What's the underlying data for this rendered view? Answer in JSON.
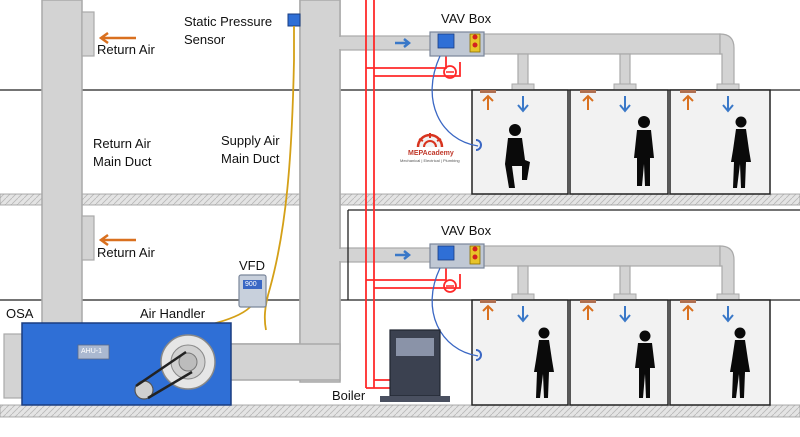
{
  "labels": {
    "static_pressure": [
      "Static Pressure",
      "Sensor"
    ],
    "return_air_top": "Return Air",
    "return_air_bottom": "Return Air",
    "return_main": [
      "Return Air",
      "Main Duct"
    ],
    "supply_main": [
      "Supply Air",
      "Main Duct"
    ],
    "vav_top": "VAV Box",
    "vav_bottom": "VAV Box",
    "vfd": "VFD",
    "vfd_display": "900",
    "osa": "OSA",
    "air_handler": "Air Handler",
    "ahu_tag": "AHU-1",
    "boiler": "Boiler",
    "logo_name": "MEPAcademy",
    "logo_tag": "Mechanical | Electrical | Plumbing"
  },
  "colors": {
    "duct": "#d3d3d3",
    "duct_stroke": "#a9a9a9",
    "ahu": "#2f6fd6",
    "hot_water": "#ff2a2a",
    "control_wire": "#d4a017",
    "sensor_wire": "#3a67c4",
    "supply_arrow": "#3a78c8",
    "return_arrow": "#d9701f",
    "room_fill": "#f2f2f2",
    "boiler": "#3b4150"
  },
  "icons": [
    "airflow-arrow-icon",
    "person-silhouette-icon",
    "thermostat-icon",
    "gear-logo-icon"
  ]
}
